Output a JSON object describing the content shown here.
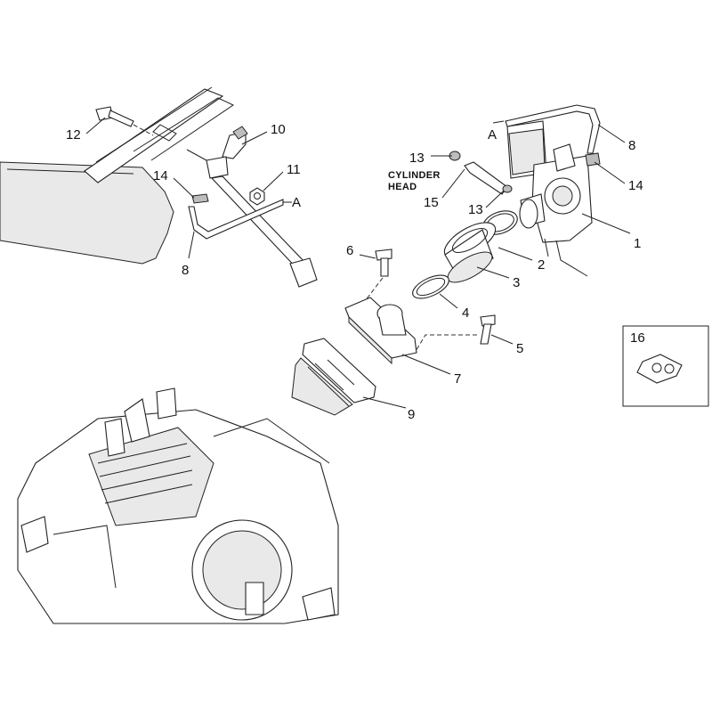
{
  "callouts": {
    "c1": "1",
    "c2": "2",
    "c3": "3",
    "c4": "4",
    "c5": "5",
    "c6": "6",
    "c7": "7",
    "c8_top": "8",
    "c8_left": "8",
    "c9": "9",
    "c10": "10",
    "c11": "11",
    "c12": "12",
    "c13_top": "13",
    "c13_mid": "13",
    "c14_left": "14",
    "c14_right": "14",
    "c15": "15",
    "c16": "16"
  },
  "markers": {
    "a_left": "A",
    "a_right": "A"
  },
  "captions": {
    "cylinder": "CYLINDER",
    "head": "HEAD"
  }
}
